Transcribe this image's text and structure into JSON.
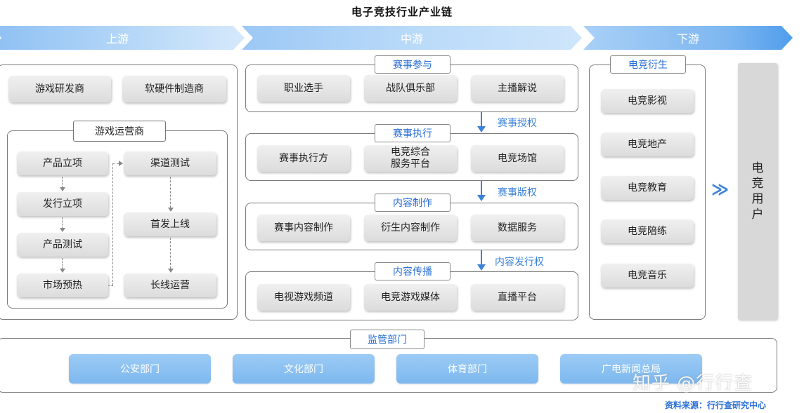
{
  "title": "电子竞技行业产业链",
  "stages": {
    "upstream": "上游",
    "midstream": "中游",
    "downstream": "下游"
  },
  "upstream": {
    "top_items": [
      "游戏研发商",
      "软硬件制造商"
    ],
    "operator_group": "游戏运营商",
    "left_flow": [
      "产品立项",
      "发行立项",
      "产品测试",
      "市场预热"
    ],
    "right_flow": [
      "渠道测试",
      "首发上线",
      "长线运营"
    ]
  },
  "midstream": {
    "sections": [
      {
        "label": "赛事参与",
        "items": [
          "职业选手",
          "战队俱乐部",
          "主播解说"
        ]
      },
      {
        "label": "赛事执行",
        "items": [
          "赛事执行方",
          "电竞综合\n服务平台",
          "电竞场馆"
        ]
      },
      {
        "label": "内容制作",
        "items": [
          "赛事内容制作",
          "衍生内容制作",
          "数据服务"
        ]
      },
      {
        "label": "内容传播",
        "items": [
          "电视游戏频道",
          "电竞游戏媒体",
          "直播平台"
        ]
      }
    ],
    "rights": [
      "赛事授权",
      "赛事版权",
      "内容发行权"
    ]
  },
  "downstream": {
    "label": "电竞衍生",
    "items": [
      "电竞影视",
      "电竞地产",
      "电竞教育",
      "电竞陪练",
      "电竞音乐"
    ],
    "users_chars": [
      "电",
      "竞",
      "用",
      "户"
    ],
    "arrow_glyph": "≫"
  },
  "regulators": {
    "label": "监管部门",
    "items": [
      "公安部门",
      "文化部门",
      "体育部门",
      "广电新闻总局"
    ]
  },
  "watermark": "知乎 @行行查",
  "source": "资料来源：行行查研究中心",
  "colors": {
    "accent_blue": "#2a6fd6",
    "light_blue": "#8ec0f3",
    "dark_blue": "#4f9ded"
  }
}
